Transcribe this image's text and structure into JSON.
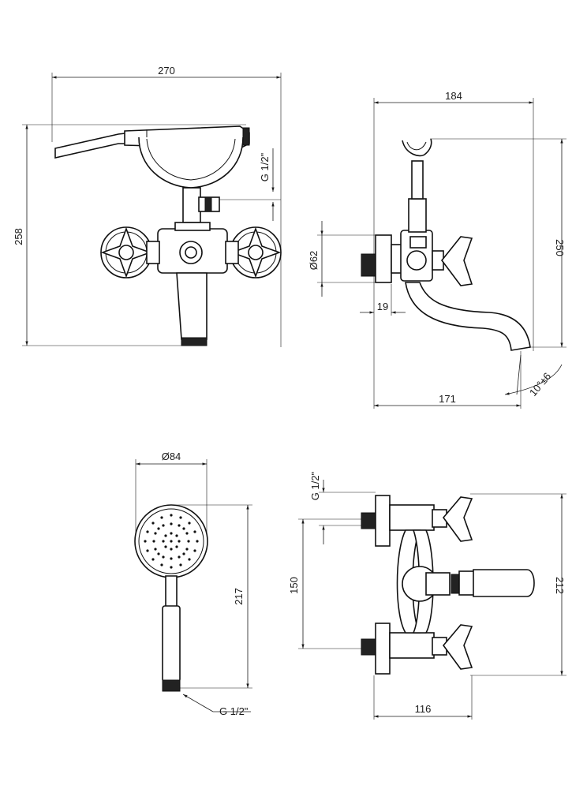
{
  "dimensions": {
    "front_width": "270",
    "front_height": "258",
    "front_inlet_thread": "G 1/2\"",
    "side_width": "184",
    "side_height": "250",
    "side_flange_diameter": "Ø62",
    "side_flange_depth": "19",
    "side_spout_reach": "171",
    "side_spout_angle": "10°±6",
    "shower_diameter": "Ø84",
    "shower_length": "217",
    "shower_thread": "G 1/2\"",
    "top_inlet_thread": "G 1/2\"",
    "top_centers": "150",
    "top_depth": "212",
    "top_body_width": "116"
  },
  "colors": {
    "line": "#1a1a1a",
    "background": "#ffffff"
  }
}
